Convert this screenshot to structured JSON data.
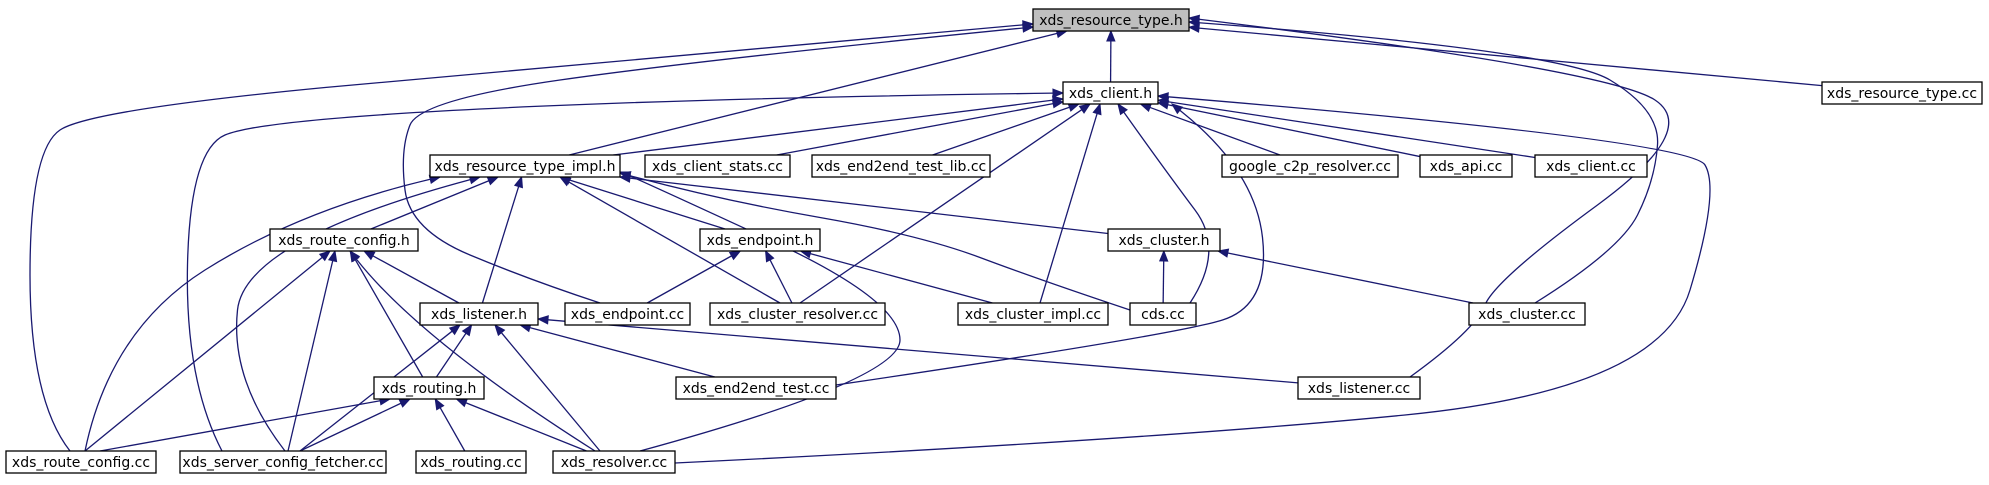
{
  "graph": {
    "nodes": [
      {
        "id": "xds_resource_type_h",
        "label": "xds_resource_type.h",
        "highlight": true
      },
      {
        "id": "xds_client_h",
        "label": "xds_client.h"
      },
      {
        "id": "xds_resource_type_cc",
        "label": "xds_resource_type.cc"
      },
      {
        "id": "xds_resource_type_impl_h",
        "label": "xds_resource_type_impl.h"
      },
      {
        "id": "xds_client_stats_cc",
        "label": "xds_client_stats.cc"
      },
      {
        "id": "xds_end2end_test_lib_cc",
        "label": "xds_end2end_test_lib.cc"
      },
      {
        "id": "google_c2p_resolver_cc",
        "label": "google_c2p_resolver.cc"
      },
      {
        "id": "xds_api_cc",
        "label": "xds_api.cc"
      },
      {
        "id": "xds_client_cc",
        "label": "xds_client.cc"
      },
      {
        "id": "xds_route_config_h",
        "label": "xds_route_config.h"
      },
      {
        "id": "xds_endpoint_h",
        "label": "xds_endpoint.h"
      },
      {
        "id": "xds_cluster_h",
        "label": "xds_cluster.h"
      },
      {
        "id": "xds_listener_h",
        "label": "xds_listener.h"
      },
      {
        "id": "xds_endpoint_cc",
        "label": "xds_endpoint.cc"
      },
      {
        "id": "xds_cluster_resolver_cc",
        "label": "xds_cluster_resolver.cc"
      },
      {
        "id": "xds_cluster_impl_cc",
        "label": "xds_cluster_impl.cc"
      },
      {
        "id": "cds_cc",
        "label": "cds.cc"
      },
      {
        "id": "xds_cluster_cc",
        "label": "xds_cluster.cc"
      },
      {
        "id": "xds_routing_h",
        "label": "xds_routing.h"
      },
      {
        "id": "xds_end2end_test_cc",
        "label": "xds_end2end_test.cc"
      },
      {
        "id": "xds_listener_cc",
        "label": "xds_listener.cc"
      },
      {
        "id": "xds_route_config_cc",
        "label": "xds_route_config.cc"
      },
      {
        "id": "xds_server_config_fetcher_cc",
        "label": "xds_server_config_fetcher.cc"
      },
      {
        "id": "xds_routing_cc",
        "label": "xds_routing.cc"
      },
      {
        "id": "xds_resolver_cc",
        "label": "xds_resolver.cc"
      }
    ],
    "edges": [
      {
        "from": "xds_client_h",
        "to": "xds_resource_type_h"
      },
      {
        "from": "xds_resource_type_cc",
        "to": "xds_resource_type_h"
      },
      {
        "from": "xds_resource_type_impl_h",
        "to": "xds_resource_type_h"
      },
      {
        "from": "xds_endpoint_cc",
        "to": "xds_resource_type_h"
      },
      {
        "from": "xds_route_config_cc",
        "to": "xds_resource_type_h"
      },
      {
        "from": "xds_cluster_cc",
        "to": "xds_resource_type_h"
      },
      {
        "from": "xds_listener_cc",
        "to": "xds_resource_type_h"
      },
      {
        "from": "xds_resource_type_impl_h",
        "to": "xds_client_h"
      },
      {
        "from": "xds_client_stats_cc",
        "to": "xds_client_h"
      },
      {
        "from": "xds_end2end_test_lib_cc",
        "to": "xds_client_h"
      },
      {
        "from": "google_c2p_resolver_cc",
        "to": "xds_client_h"
      },
      {
        "from": "xds_api_cc",
        "to": "xds_client_h"
      },
      {
        "from": "xds_client_cc",
        "to": "xds_client_h"
      },
      {
        "from": "xds_cluster_resolver_cc",
        "to": "xds_client_h"
      },
      {
        "from": "xds_cluster_impl_cc",
        "to": "xds_client_h"
      },
      {
        "from": "cds_cc",
        "to": "xds_client_h"
      },
      {
        "from": "xds_end2end_test_cc",
        "to": "xds_client_h"
      },
      {
        "from": "xds_server_config_fetcher_cc",
        "to": "xds_client_h"
      },
      {
        "from": "xds_resolver_cc",
        "to": "xds_client_h"
      },
      {
        "from": "xds_route_config_h",
        "to": "xds_resource_type_impl_h"
      },
      {
        "from": "xds_endpoint_h",
        "to": "xds_resource_type_impl_h"
      },
      {
        "from": "xds_cluster_h",
        "to": "xds_resource_type_impl_h"
      },
      {
        "from": "xds_listener_h",
        "to": "xds_resource_type_impl_h"
      },
      {
        "from": "xds_cluster_resolver_cc",
        "to": "xds_resource_type_impl_h"
      },
      {
        "from": "cds_cc",
        "to": "xds_resource_type_impl_h"
      },
      {
        "from": "xds_route_config_cc",
        "to": "xds_resource_type_impl_h"
      },
      {
        "from": "xds_server_config_fetcher_cc",
        "to": "xds_resource_type_impl_h"
      },
      {
        "from": "xds_resolver_cc",
        "to": "xds_resource_type_impl_h"
      },
      {
        "from": "xds_listener_h",
        "to": "xds_route_config_h"
      },
      {
        "from": "xds_routing_h",
        "to": "xds_route_config_h"
      },
      {
        "from": "xds_route_config_cc",
        "to": "xds_route_config_h"
      },
      {
        "from": "xds_server_config_fetcher_cc",
        "to": "xds_route_config_h"
      },
      {
        "from": "xds_resolver_cc",
        "to": "xds_route_config_h"
      },
      {
        "from": "xds_endpoint_cc",
        "to": "xds_endpoint_h"
      },
      {
        "from": "xds_cluster_resolver_cc",
        "to": "xds_endpoint_h"
      },
      {
        "from": "xds_cluster_impl_cc",
        "to": "xds_endpoint_h"
      },
      {
        "from": "cds_cc",
        "to": "xds_cluster_h"
      },
      {
        "from": "xds_cluster_cc",
        "to": "xds_cluster_h"
      },
      {
        "from": "xds_routing_h",
        "to": "xds_listener_h"
      },
      {
        "from": "xds_end2end_test_cc",
        "to": "xds_listener_h"
      },
      {
        "from": "xds_listener_cc",
        "to": "xds_listener_h"
      },
      {
        "from": "xds_server_config_fetcher_cc",
        "to": "xds_listener_h"
      },
      {
        "from": "xds_resolver_cc",
        "to": "xds_listener_h"
      },
      {
        "from": "xds_route_config_cc",
        "to": "xds_routing_h"
      },
      {
        "from": "xds_server_config_fetcher_cc",
        "to": "xds_routing_h"
      },
      {
        "from": "xds_routing_cc",
        "to": "xds_routing_h"
      },
      {
        "from": "xds_resolver_cc",
        "to": "xds_routing_h"
      }
    ]
  }
}
